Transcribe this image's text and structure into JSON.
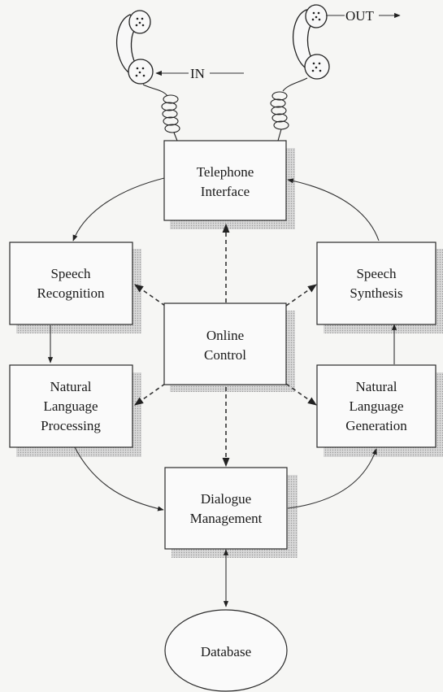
{
  "diagram": {
    "telephone_interface": [
      "Telephone",
      "Interface"
    ],
    "speech_recognition": [
      "Speech",
      "Recognition"
    ],
    "speech_synthesis": [
      "Speech",
      "Synthesis"
    ],
    "online_control": [
      "Online",
      "Control"
    ],
    "natural_language_processing": [
      "Natural",
      "Language",
      "Processing"
    ],
    "natural_language_generation": [
      "Natural",
      "Language",
      "Generation"
    ],
    "dialogue_management": [
      "Dialogue",
      "Management"
    ],
    "database": "Database",
    "in_label": "IN",
    "out_label": "OUT"
  }
}
